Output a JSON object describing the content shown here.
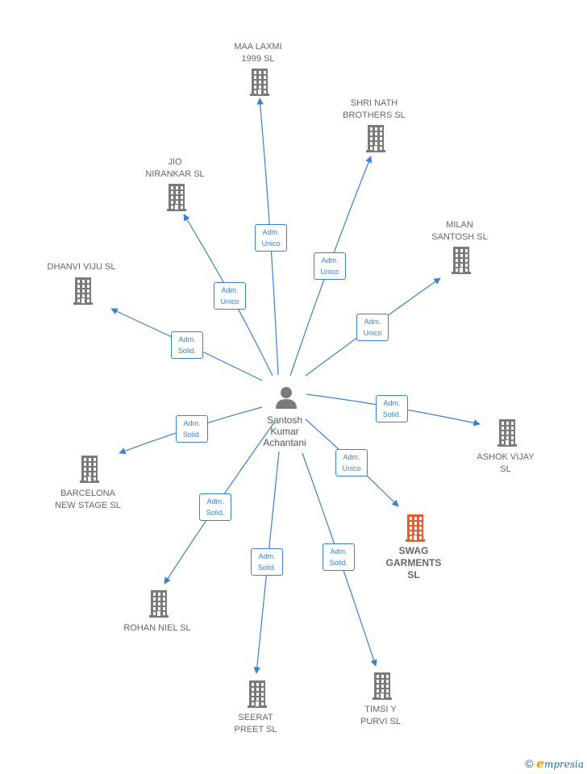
{
  "center": {
    "name": "Santosh\nKumar\nAchantani"
  },
  "companies": [
    {
      "key": "maa",
      "name": "MAA LAXMI\n1999  SL",
      "relation": "Adm.\nUnico"
    },
    {
      "key": "shri",
      "name": "SHRI NATH\nBROTHERS  SL",
      "relation": "Adm.\nUnico"
    },
    {
      "key": "jio",
      "name": "JIO\nNIRANKAR  SL",
      "relation": "Adm.\nUnico"
    },
    {
      "key": "milan",
      "name": "MILAN\nSANTOSH  SL",
      "relation": "Adm.\nUnico"
    },
    {
      "key": "dhanvi",
      "name": "DHANVI VIJU  SL",
      "relation": "Adm.\nSolid."
    },
    {
      "key": "ashok",
      "name": "ASHOK VIJAY\nSL",
      "relation": "Adm.\nSolid."
    },
    {
      "key": "barcelona",
      "name": "BARCELONA\nNEW STAGE  SL",
      "relation": "Adm.\nSolid."
    },
    {
      "key": "swag",
      "name": "SWAG\nGARMENTS\nSL",
      "relation": "Adm.\nUnico",
      "highlight": true
    },
    {
      "key": "rohan",
      "name": "ROHAN NIEL  SL",
      "relation": "Adm.\nSolid."
    },
    {
      "key": "seerat",
      "name": "SEERAT\nPREET  SL",
      "relation": "Adm.\nSolid."
    },
    {
      "key": "timsi",
      "name": "TIMSI Y\nPURVI  SL",
      "relation": "Adm.\nSolid."
    }
  ],
  "colors": {
    "edge": "#3a7fd0",
    "building": "#7a7a7a",
    "highlight": "#f05a28",
    "person": "#7a7a7a"
  },
  "footer": {
    "copyright": "©",
    "brand_initial": "e",
    "brand_rest": "mpresia"
  }
}
